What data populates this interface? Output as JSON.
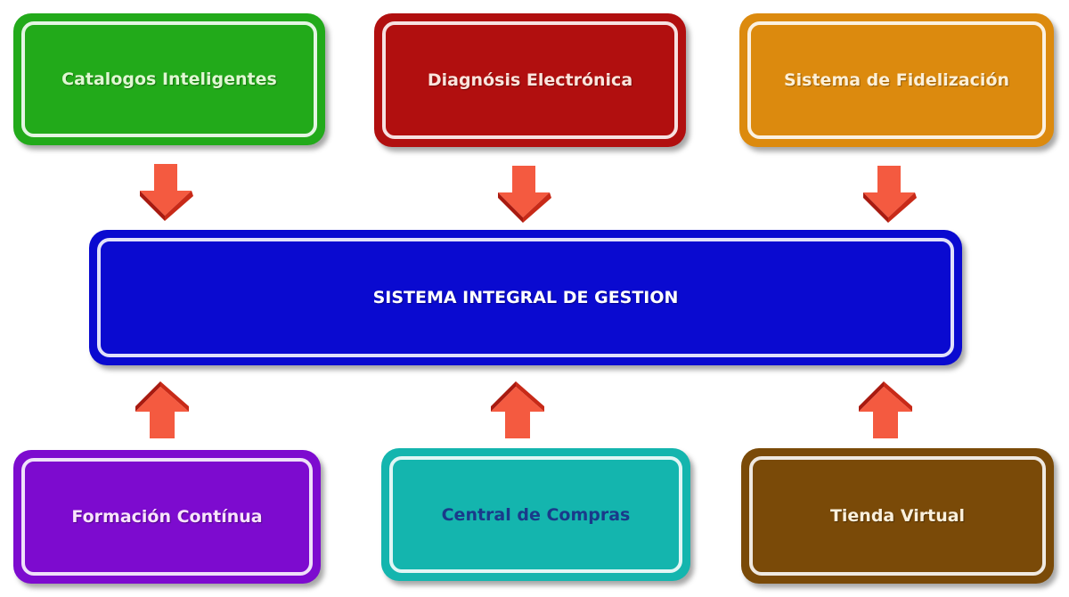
{
  "top_boxes": [
    {
      "label": "Catalogos Inteligentes",
      "color": "#22aa1a",
      "text_color": "#e0f7d2"
    },
    {
      "label": "Diagnósis Electrónica",
      "color": "#b10f0f",
      "text_color": "#fbe4dc"
    },
    {
      "label": "Sistema de Fidelización",
      "color": "#dc8a0e",
      "text_color": "#fdf0d8"
    }
  ],
  "center_box": {
    "label": "SISTEMA INTEGRAL DE GESTION",
    "color": "#0a0ad0",
    "text_color": "#ffffff"
  },
  "bottom_boxes": [
    {
      "label": "Formación Contínua",
      "color": "#7d0bcf",
      "text_color": "#f8e4fb"
    },
    {
      "label": "Central de Compras",
      "color": "#14b5ae",
      "text_color": "#1a3a8a"
    },
    {
      "label": "Tienda Virtual",
      "color": "#7a4a08",
      "text_color": "#fbf0dc"
    }
  ],
  "arrow_color": "#f45a40"
}
